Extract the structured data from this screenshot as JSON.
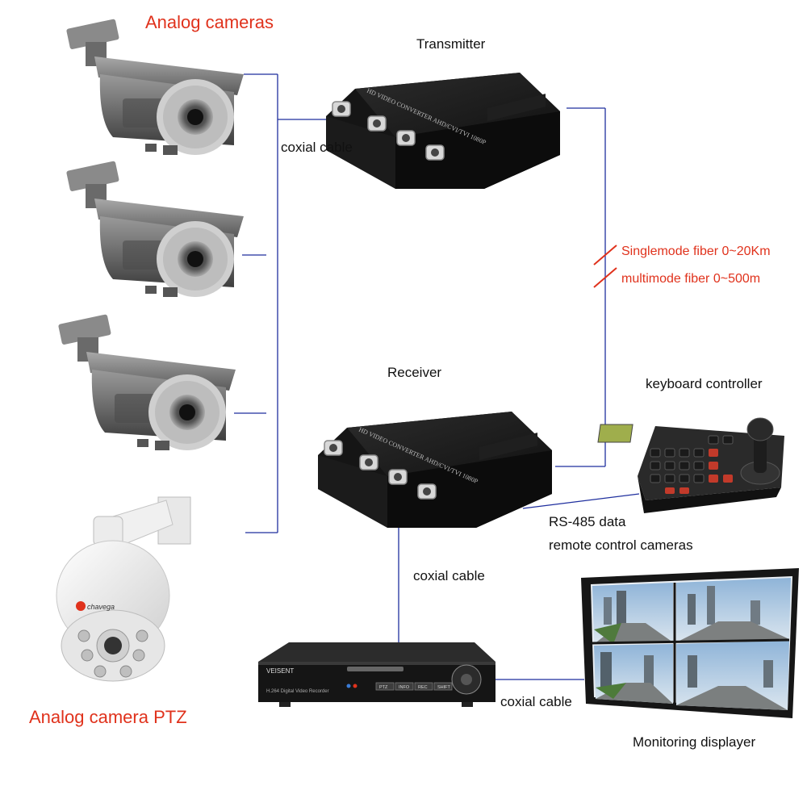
{
  "labels": {
    "analog_cameras": "Analog cameras",
    "transmitter": "Transmitter",
    "coaxial_cable_top": "coxial cable",
    "singlemode_fiber": "Singlemode fiber 0~20Km",
    "multimode_fiber": "multimode fiber 0~500m",
    "receiver": "Receiver",
    "keyboard_controller": "keyboard controller",
    "rs485_line1": "RS-485 data",
    "rs485_line2": "remote  control cameras",
    "coaxial_cable_mid": "coxial cable",
    "analog_camera_ptz": "Analog camera PTZ",
    "coaxial_cable_bottom": "coxial cable",
    "monitoring_displayer": "Monitoring displayer"
  },
  "device_text": {
    "converter_label": "HD VIDEO CONVERTER AHD/CVI/TVI 1080P",
    "ptz_brand": "chavega",
    "dvr_brand": "VEISENT",
    "dvr_model": "H.264 Digital Video Recorder",
    "dvr_buttons": [
      "PTZ",
      "INFO",
      "REC",
      "SHIFT"
    ]
  },
  "colors": {
    "connector_line": "#1f2f9e",
    "red_text": "#e0321c",
    "fiber_mark": "#e0321c",
    "device_body": "#1d1d1d",
    "camera_body": "#707070"
  }
}
